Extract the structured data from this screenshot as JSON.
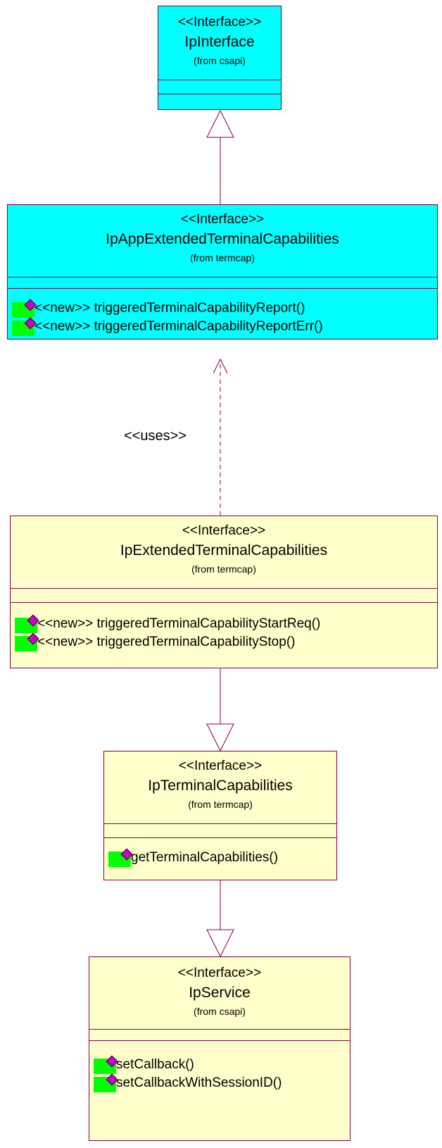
{
  "classes": {
    "ip_interface": {
      "stereotype": "<<Interface>>",
      "name": "IpInterface",
      "from": "(from csapi)",
      "operations": []
    },
    "ip_app_extended_terminal_capabilities": {
      "stereotype": "<<Interface>>",
      "name": "IpAppExtendedTerminalCapabilities",
      "from": "(from termcap)",
      "operations": [
        "<<new>> triggeredTerminalCapabilityReport()",
        "<<new>> triggeredTerminalCapabilityReportErr()"
      ]
    },
    "ip_extended_terminal_capabilities": {
      "stereotype": "<<Interface>>",
      "name": "IpExtendedTerminalCapabilities",
      "from": "(from termcap)",
      "operations": [
        "<<new>> triggeredTerminalCapabilityStartReq()",
        "<<new>> triggeredTerminalCapabilityStop()"
      ]
    },
    "ip_terminal_capabilities": {
      "stereotype": "<<Interface>>",
      "name": "IpTerminalCapabilities",
      "from": "(from termcap)",
      "operations": [
        "getTerminalCapabilities()"
      ]
    },
    "ip_service": {
      "stereotype": "<<Interface>>",
      "name": "IpService",
      "from": "(from csapi)",
      "operations": [
        "setCallback()",
        "setCallbackWithSessionID()"
      ]
    }
  },
  "relations": {
    "uses_label": "<<uses>>"
  },
  "colors": {
    "border": "#800040",
    "interface_fill_cyan": "#00ffff",
    "interface_fill_cream": "#ffffcc",
    "operation_icon_bg": "#00ff00",
    "operation_icon_diamond": "#cc00cc"
  }
}
